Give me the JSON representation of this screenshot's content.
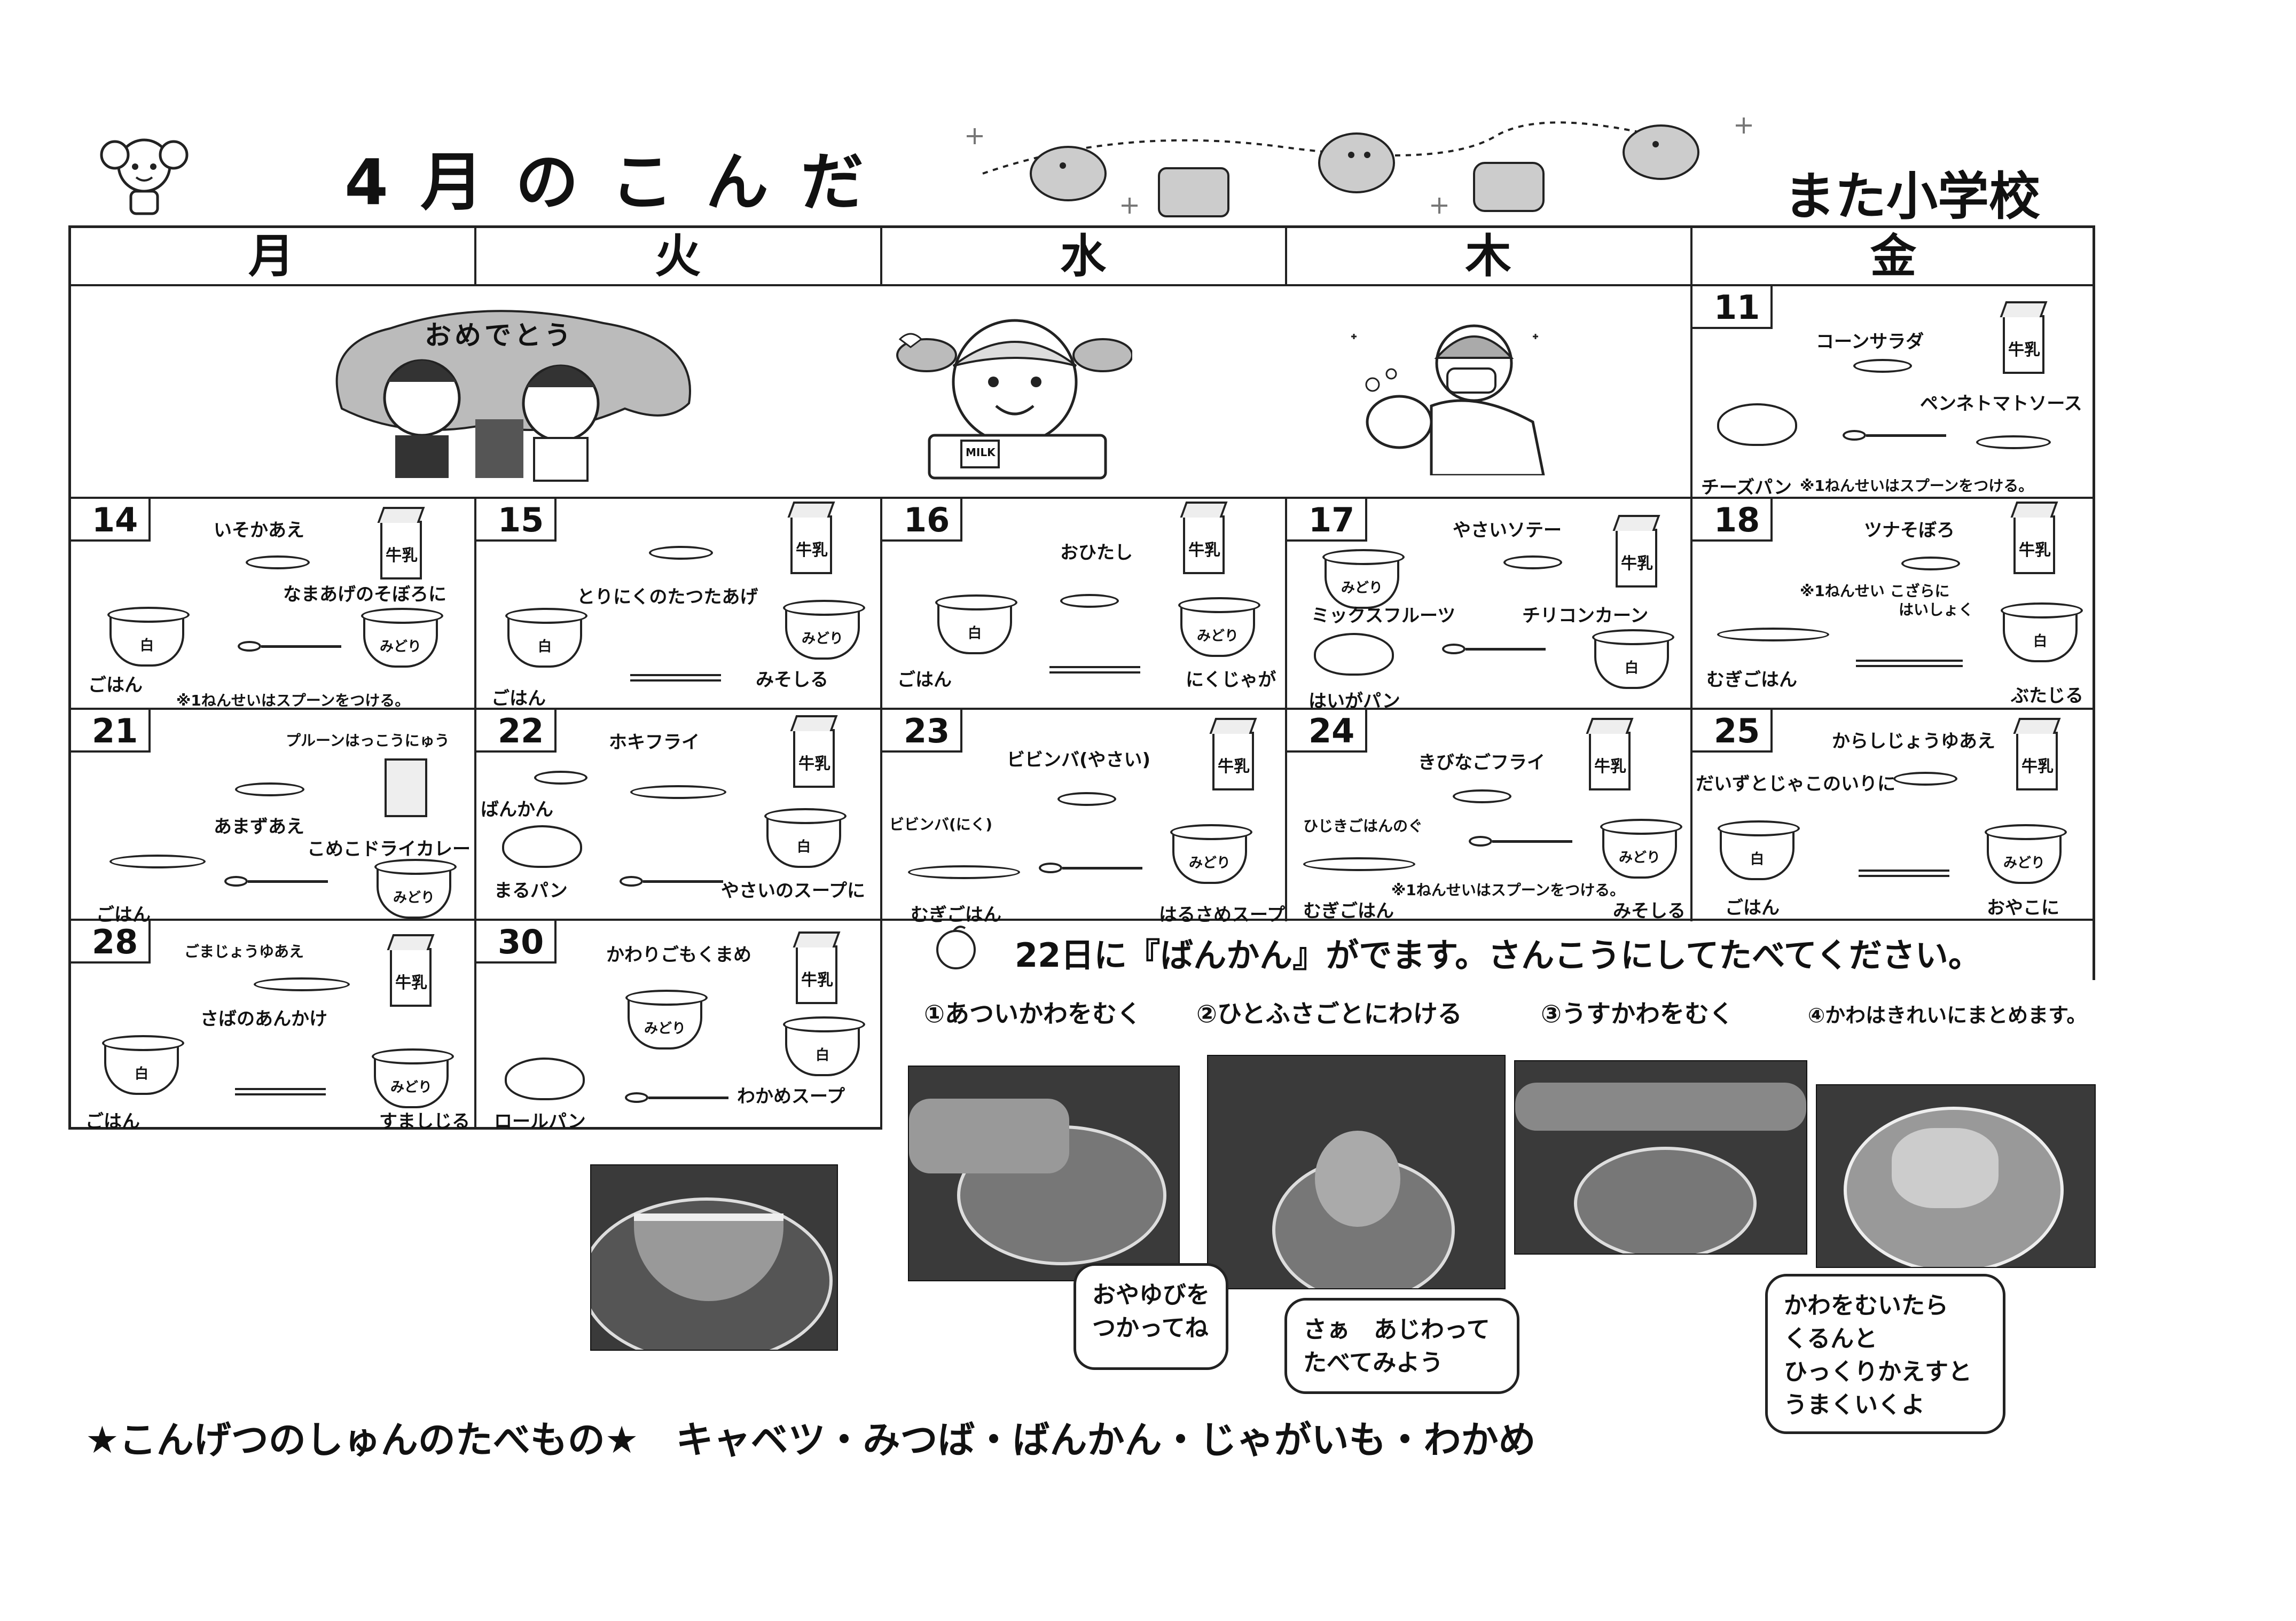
{
  "header": {
    "title": "4月のこんだ",
    "school": "また小学校"
  },
  "weekdays": [
    "月",
    "火",
    "水",
    "木",
    "金"
  ],
  "days": {
    "d11": {
      "date": "11",
      "items": [
        "コーンサラダ",
        "ペンネトマトソース",
        "チーズパン"
      ],
      "note": "※1ねんせいはスプーンをつける。",
      "milk": "牛乳"
    },
    "d14": {
      "date": "14",
      "items": [
        "いそかあえ",
        "なまあげのそぼろに",
        "ごはん"
      ],
      "note": "※1ねんせいはスプーンをつける。",
      "bowls": [
        "白",
        "みどり"
      ],
      "milk": "牛乳"
    },
    "d15": {
      "date": "15",
      "items": [
        "とりにくのたつたあげ",
        "ごはん",
        "みそしる"
      ],
      "bowls": [
        "白",
        "みどり"
      ],
      "milk": "牛乳"
    },
    "d16": {
      "date": "16",
      "items": [
        "おひたし",
        "ごはん",
        "にくじゃが"
      ],
      "bowls": [
        "白",
        "みどり"
      ],
      "milk": "牛乳"
    },
    "d17": {
      "date": "17",
      "items": [
        "やさいソテー",
        "ミックスフルーツ",
        "チリコンカーン",
        "はいがパン"
      ],
      "bowls": [
        "みどり",
        "白"
      ],
      "milk": "牛乳"
    },
    "d18": {
      "date": "18",
      "items": [
        "ツナそぼろ",
        "※1ねんせい こざらに",
        "はいしょく",
        "むぎごはん",
        "ぶたじる"
      ],
      "bowls": [
        "白"
      ],
      "milk": "牛乳"
    },
    "d21": {
      "date": "21",
      "items": [
        "プルーンはっこうにゅう",
        "あまずあえ",
        "こめこドライカレー",
        "ごはん"
      ],
      "bowls": [
        "みどり"
      ]
    },
    "d22": {
      "date": "22",
      "items": [
        "ホキフライ",
        "ばんかん",
        "まるパン",
        "やさいのスープに"
      ],
      "bowls": [
        "白"
      ],
      "milk": "牛乳"
    },
    "d23": {
      "date": "23",
      "items": [
        "ビビンバ(やさい)",
        "ビビンバ(にく)",
        "むぎごはん",
        "はるさめスープ"
      ],
      "bowls": [
        "みどり"
      ],
      "milk": "牛乳"
    },
    "d24": {
      "date": "24",
      "items": [
        "きびなごフライ",
        "ひじきごはんのぐ",
        "むぎごはん",
        "みそしる"
      ],
      "note": "※1ねんせいはスプーンをつける。",
      "bowls": [
        "みどり"
      ],
      "milk": "牛乳"
    },
    "d25": {
      "date": "25",
      "items": [
        "からしじょうゆあえ",
        "だいずとじゃこのいりに",
        "ごはん",
        "おやこに"
      ],
      "bowls": [
        "白",
        "みどり"
      ],
      "milk": "牛乳"
    },
    "d28": {
      "date": "28",
      "items": [
        "ごまじょうゆあえ",
        "さばのあんかけ",
        "ごはん",
        "すましじる"
      ],
      "bowls": [
        "白",
        "みどり"
      ],
      "milk": "牛乳"
    },
    "d30": {
      "date": "30",
      "items": [
        "かわりごもくまめ",
        "ロールパン",
        "わかめスープ"
      ],
      "bowls": [
        "みどり",
        "白"
      ],
      "milk": "牛乳"
    }
  },
  "illustrations": {
    "celebrate_text": "おめでとう",
    "milk_carton_text": "MILK"
  },
  "notice": "22日に『ばんかん』がでます。さんこうにしてたべてください。",
  "steps": [
    "①あついかわをむく",
    "②ひとふさごとにわける",
    "③うすかわをむく",
    "④かわはきれいにまとめます。"
  ],
  "bubbles": {
    "b1": [
      "おやゆびを",
      "つかってね"
    ],
    "b2": [
      "さぁ　あじわって",
      "たべてみよう"
    ],
    "b3": [
      "かわをむいたら",
      "くるんと",
      "ひっくりかえすと",
      "うまくいくよ"
    ]
  },
  "season": "★こんげつのしゅんのたべもの★　キャベツ・みつば・ばんかん・じゃがいも・わかめ"
}
